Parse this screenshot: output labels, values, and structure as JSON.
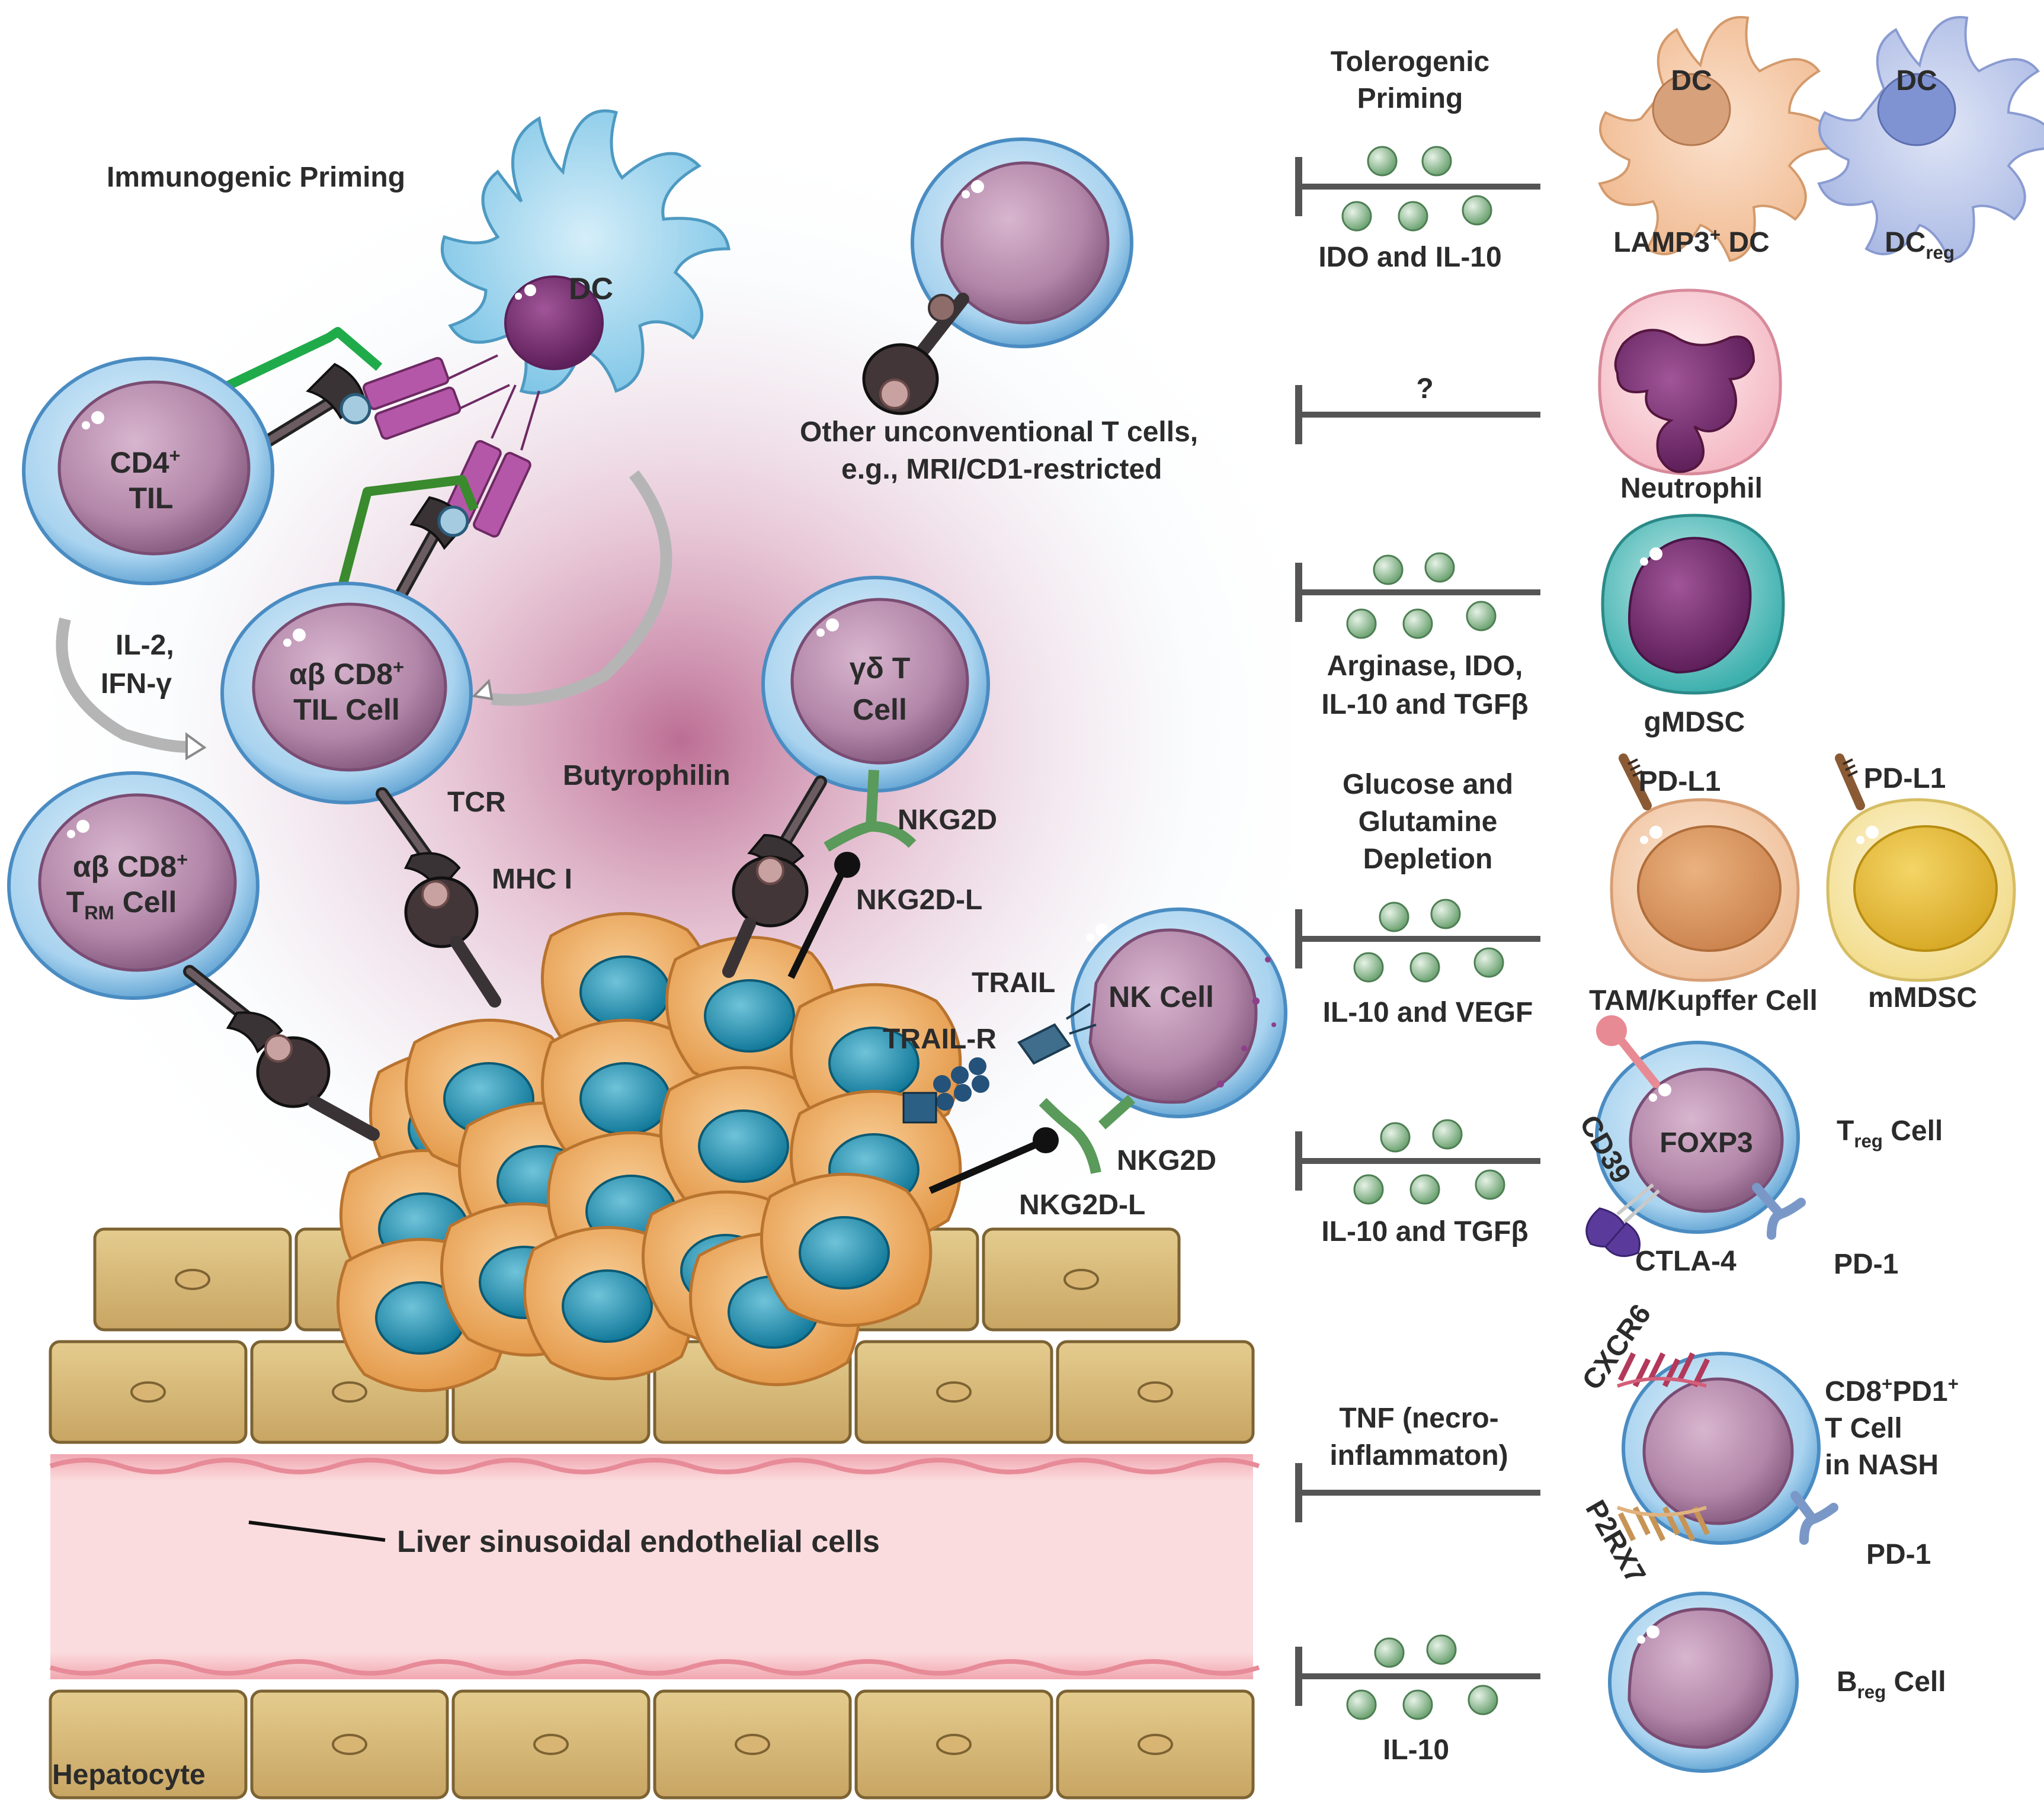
{
  "left": {
    "immunogenic_priming": "Immunogenic Priming",
    "dc": "DC",
    "cd4_til": {
      "l1": "CD4",
      "sup": "+",
      "l2": "TIL"
    },
    "cd8_til": {
      "l1": "αβ CD8",
      "sup": "+",
      "l2": "TIL Cell"
    },
    "cd8_trm": {
      "l1": "αβ CD8",
      "sup": "+",
      "l2a": "T",
      "l2sub": "RM",
      "l2b": " Cell"
    },
    "gd_t": {
      "l1": "γδ T",
      "l2": "Cell"
    },
    "nk_cell": "NK Cell",
    "cytokines": {
      "l1": "IL-2,",
      "l2": "IFN-γ"
    },
    "other_t": {
      "l1": "Other unconventional T cells,",
      "l2": "e.g., MRI/CD1-restricted"
    },
    "tcr": "TCR",
    "mhc": "MHC I",
    "butyrophilin": "Butyrophilin",
    "nkg2d_top": "NKG2D",
    "nkg2dl_top": "NKG2D-L",
    "trail": "TRAIL",
    "trail_r": "TRAIL-R",
    "nkg2d_bottom": "NKG2D",
    "nkg2dl_bottom": "NKG2D-L",
    "lsec": "Liver sinusoidal endothelial cells",
    "hepatocyte": "Hepatocyte"
  },
  "right": {
    "tolerogenic": {
      "l1": "Tolerogenic",
      "l2": "Priming"
    },
    "rows": [
      {
        "signal": [
          "IDO and IL-10"
        ],
        "cells": [
          {
            "name": "LAMP3",
            "sup": "+",
            "tail": " DC"
          },
          {
            "name": "DC",
            "sub": "reg"
          }
        ],
        "nucleus_label": "DC",
        "nucleus_label2": "DC"
      },
      {
        "signal": [
          "?"
        ],
        "cells": [
          {
            "name": "Neutrophil"
          }
        ]
      },
      {
        "signal": [
          "Arginase, IDO,",
          "IL-10 and TGFβ"
        ],
        "cells": [
          {
            "name": "gMDSC"
          }
        ]
      },
      {
        "signal_top": [
          "Glucose and",
          "Glutamine",
          "Depletion"
        ],
        "signal": [
          "IL-10 and VEGF"
        ],
        "cells": [
          {
            "name": "TAM/Kupffer Cell"
          },
          {
            "name": "mMDSC"
          }
        ],
        "marker": "PD-L1"
      },
      {
        "signal": [
          "IL-10 and TGFβ"
        ],
        "cells": [
          {
            "name": "T",
            "sub": "reg",
            "tail": " Cell"
          }
        ],
        "center": "FOXP3",
        "markers": {
          "cd39": "CD39",
          "ctla4": "CTLA-4",
          "pd1": "PD-1"
        }
      },
      {
        "signal": [
          "TNF (necro-",
          "inflammaton)"
        ],
        "cells": [
          {
            "l1a": "CD8",
            "l1sup": "+",
            "l1b": "PD1",
            "l1sup2": "+",
            "l2": "T Cell",
            "l3": "in NASH"
          }
        ],
        "markers": {
          "cxcr6": "CXCR6",
          "p2rx7": "P2RX7",
          "pd1": "PD-1"
        }
      },
      {
        "signal": [
          "IL-10"
        ],
        "cells": [
          {
            "name": "B",
            "sub": "reg",
            "tail": " Cell"
          }
        ]
      }
    ]
  }
}
